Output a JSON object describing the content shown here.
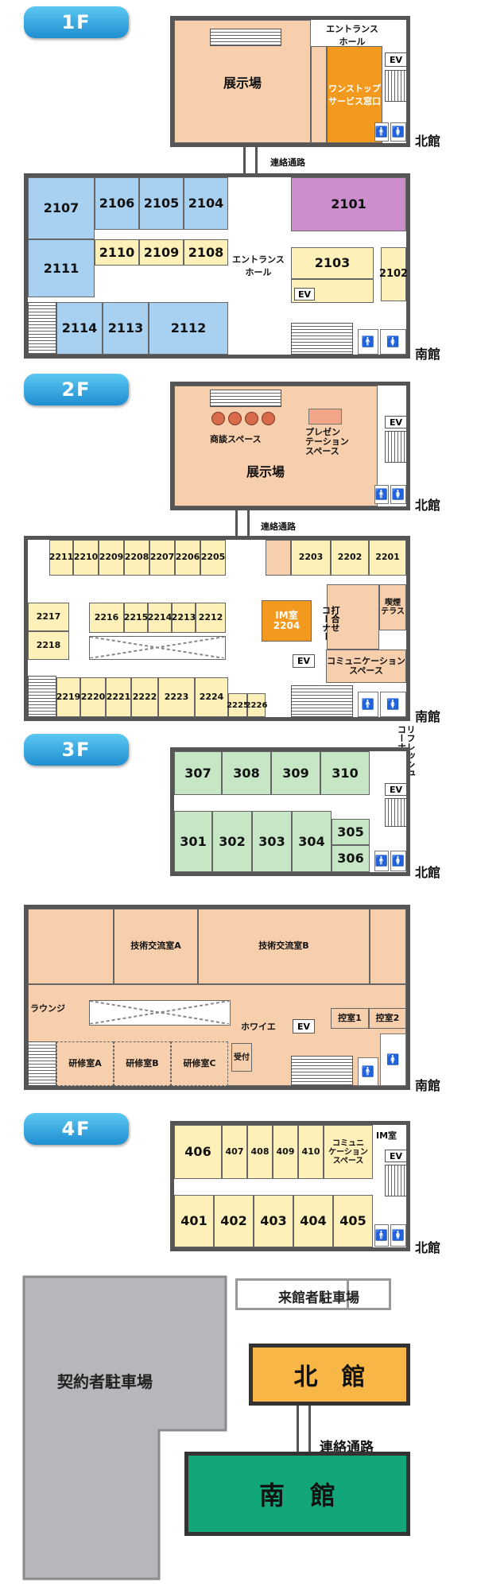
{
  "floors": {
    "f1": {
      "label": "1F",
      "north": {
        "hall": "展示場",
        "entrance": "エントランス\nホール",
        "onestop": "ワンストップ\nサービス窓口",
        "ev": "EV",
        "building_label": "北館"
      },
      "connector": "連絡通路",
      "south": {
        "rooms": [
          "2107",
          "2106",
          "2105",
          "2104",
          "2101",
          "2111",
          "2110",
          "2109",
          "2108",
          "2103",
          "2102",
          "2114",
          "2113",
          "2112"
        ],
        "entrance": "エントランス\nホール",
        "ev": "EV",
        "building_label": "南館"
      }
    },
    "f2": {
      "label": "2F",
      "north": {
        "shodan": "商談スペース",
        "presen": "プレゼン\nテーション\nスペース",
        "hall": "展示場",
        "ev": "EV",
        "building_label": "北館"
      },
      "connector": "連絡通路",
      "south": {
        "top_rooms": [
          "2211",
          "2210",
          "2209",
          "2208",
          "2207",
          "2206",
          "2205"
        ],
        "right_rooms": [
          "2203",
          "2202",
          "2201"
        ],
        "left_rooms": [
          "2217",
          "2218"
        ],
        "mid_rooms": [
          "2216",
          "2215",
          "2214",
          "2213",
          "2212"
        ],
        "im": "IM室\n2204",
        "uchiawase": "打合せ\nコーナー",
        "kitsuen": "喫煙\nテラス",
        "community": "コミュニケーション\nスペース",
        "ev": "EV",
        "bottom_rooms": [
          "2219",
          "2220",
          "2221",
          "2222",
          "2223",
          "2224",
          "2225",
          "2226"
        ],
        "building_label": "南館"
      }
    },
    "f3": {
      "label": "3F",
      "north": {
        "refresh": "リフレッシュ\nコーナー",
        "top_rooms": [
          "307",
          "308",
          "309",
          "310"
        ],
        "bottom_rooms": [
          "301",
          "302",
          "303",
          "304"
        ],
        "side_rooms": [
          "305",
          "306"
        ],
        "ev": "EV",
        "building_label": "北館"
      },
      "south": {
        "gijutsu_a": "技術交流室A",
        "gijutsu_b": "技術交流室B",
        "lounge": "ラウンジ",
        "foyer": "ホワイエ",
        "ev": "EV",
        "hikae1": "控室1",
        "hikae2": "控室2",
        "uketsuke": "受付",
        "kenshu": [
          "研修室A",
          "研修室B",
          "研修室C"
        ],
        "building_label": "南館"
      }
    },
    "f4": {
      "label": "4F",
      "north": {
        "top_rooms": [
          "406",
          "407",
          "408",
          "409",
          "410"
        ],
        "community": "コミュニ\nケーション\nスペース",
        "im": "IM室",
        "ev": "EV",
        "bottom_rooms": [
          "401",
          "402",
          "403",
          "404",
          "405"
        ],
        "building_label": "北館"
      }
    }
  },
  "site": {
    "visitor_parking": "来館者駐車場",
    "contract_parking": "契約者駐車場",
    "north": "北　館",
    "south": "南　館",
    "connector": "連絡通路"
  },
  "wc": {
    "man": "🚹",
    "woman": "🚺"
  },
  "colors": {
    "blue_room": "#a8d0f0",
    "yellow_room": "#fdf0b8",
    "salmon": "#f8cfac",
    "green_room": "#c6e6c6",
    "purple": "#cc8ecc",
    "orange": "#f39a1e",
    "north_site": "#f7b646",
    "south_site": "#12a67a"
  }
}
